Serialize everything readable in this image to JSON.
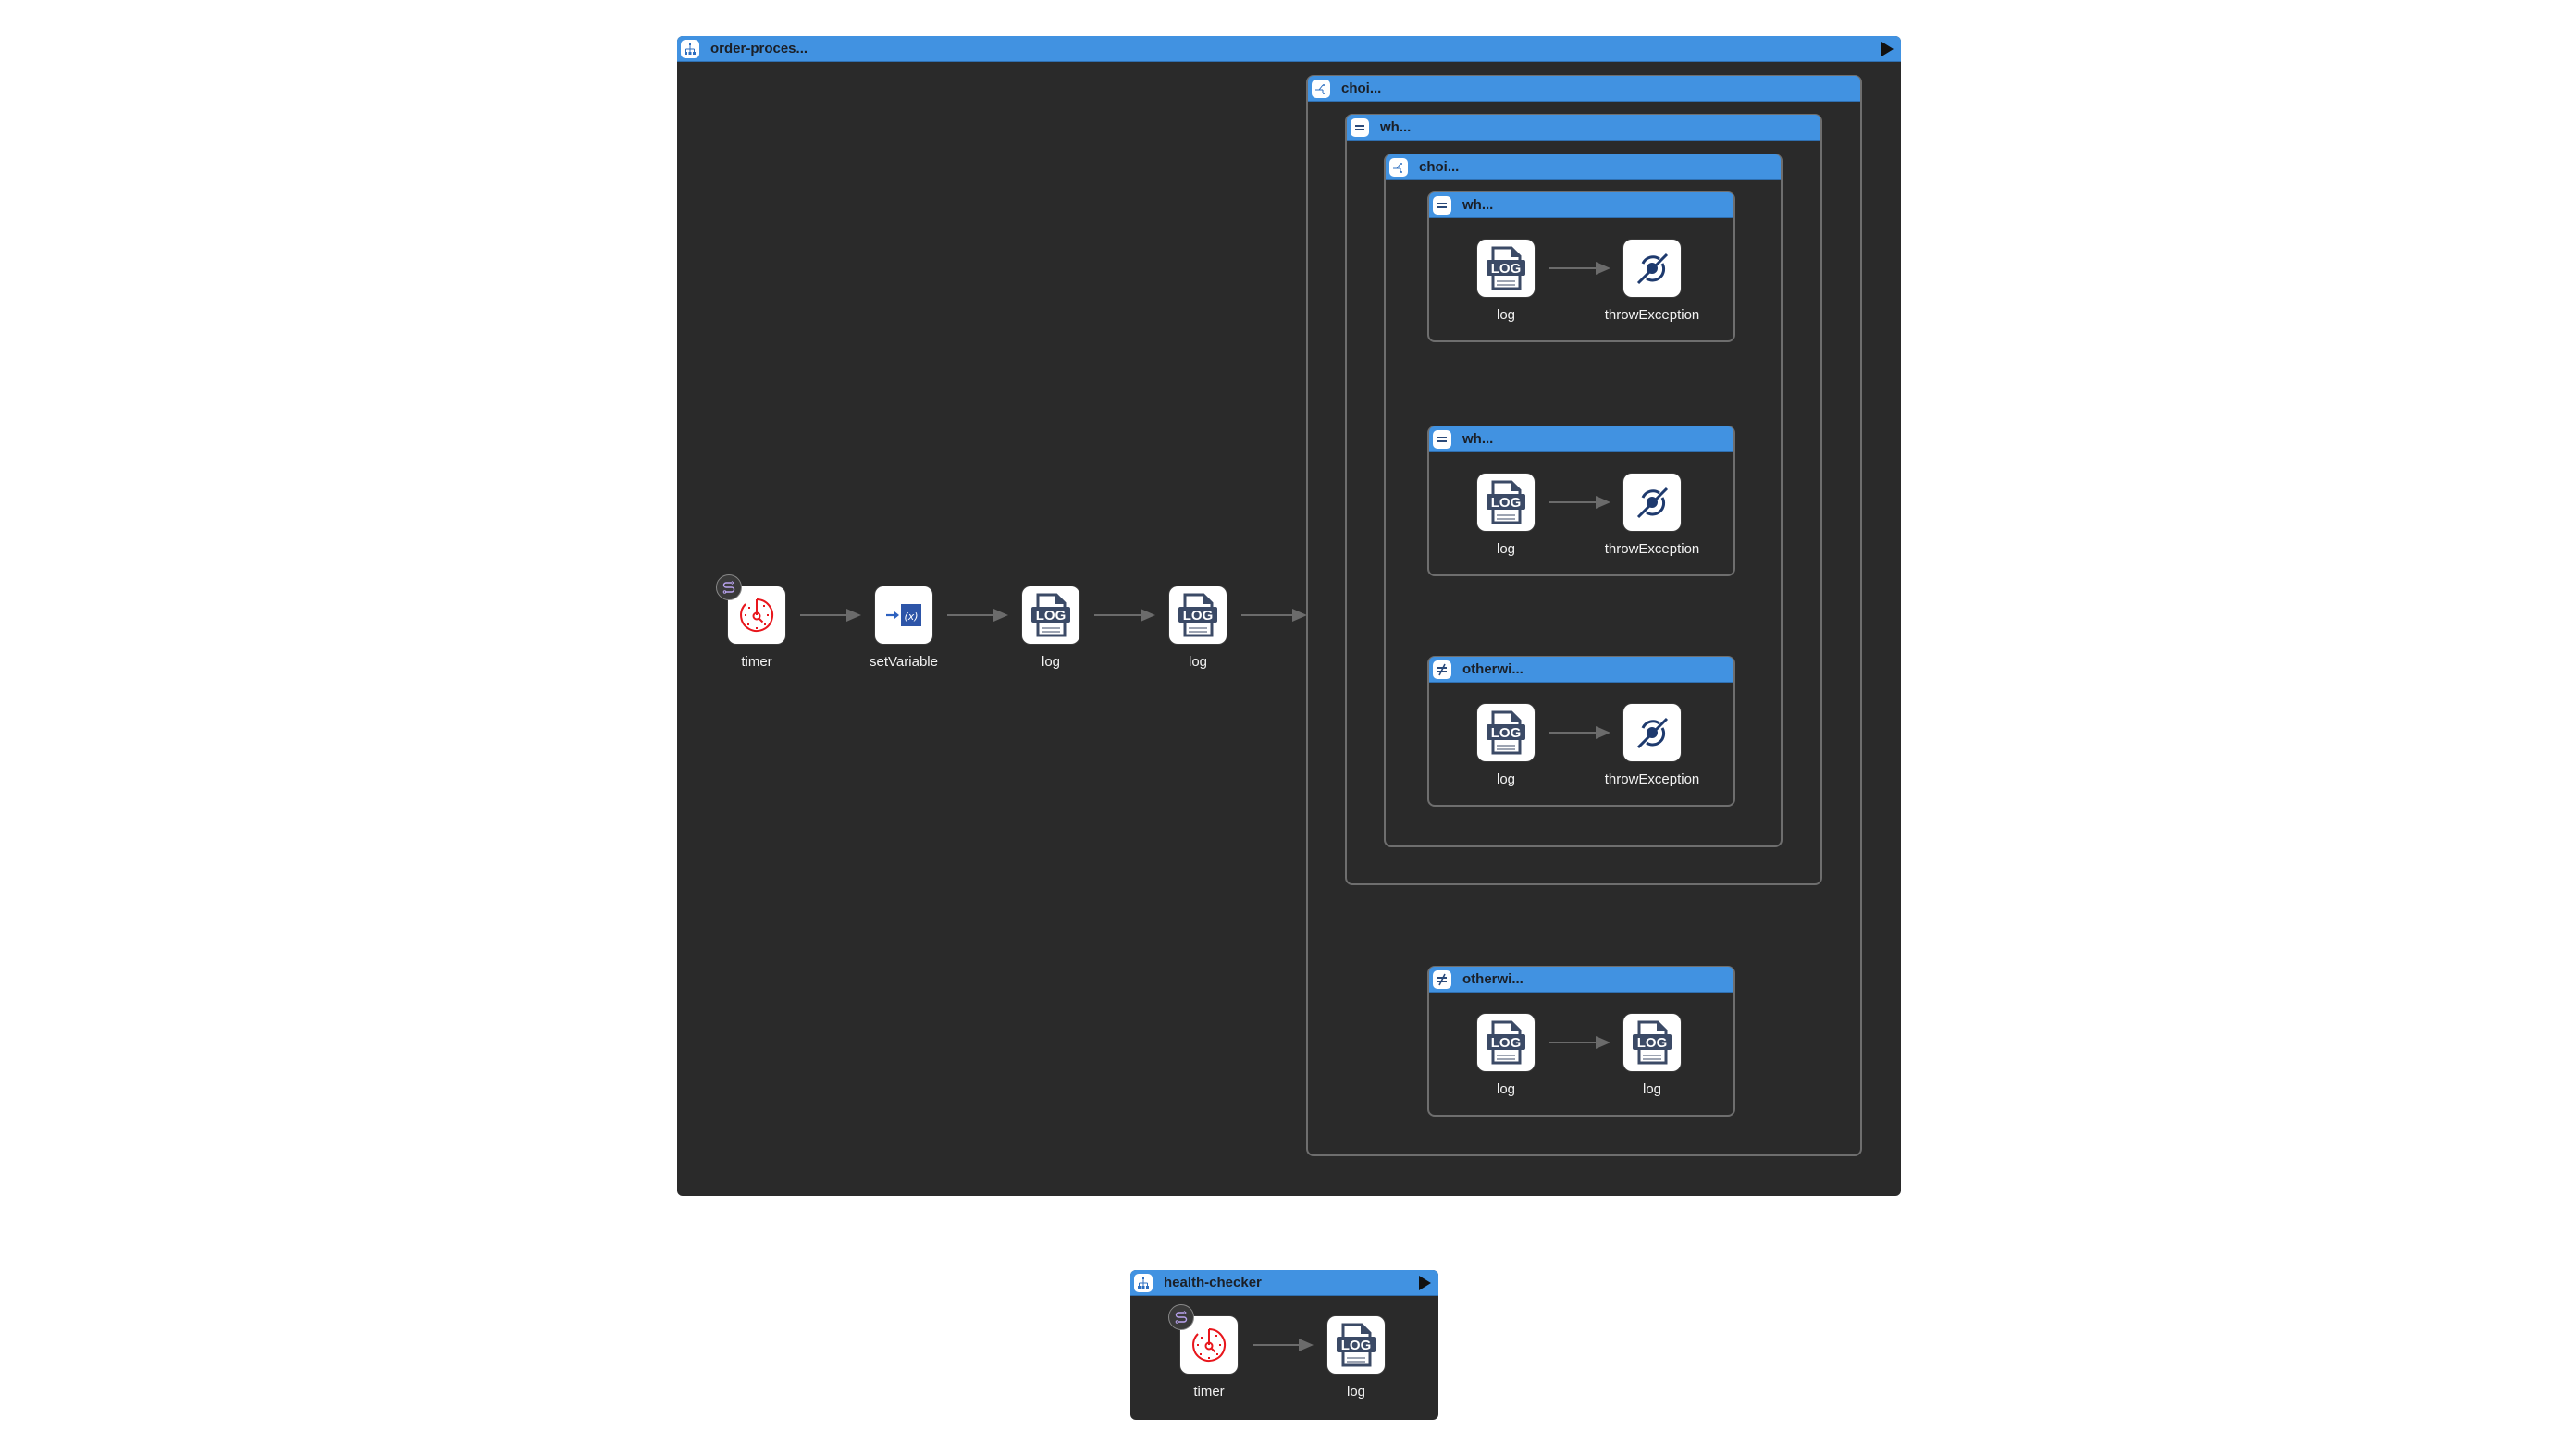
{
  "routes": [
    {
      "title": "order-proces...",
      "icon": "route-icon",
      "steps": [
        {
          "label": "timer",
          "icon": "timer-icon"
        },
        {
          "label": "setVariable",
          "icon": "set-variable-icon"
        },
        {
          "label": "log",
          "icon": "log-icon"
        },
        {
          "label": "log",
          "icon": "log-icon"
        }
      ],
      "choice": {
        "title": "choi...",
        "icon": "choice-icon",
        "when": {
          "title": "wh...",
          "icon": "when-icon",
          "choice": {
            "title": "choi...",
            "icon": "choice-icon",
            "branches": [
              {
                "title": "wh...",
                "icon": "when-icon",
                "steps": [
                  {
                    "label": "log",
                    "icon": "log-icon"
                  },
                  {
                    "label": "throwException",
                    "icon": "throw-exception-icon"
                  }
                ]
              },
              {
                "title": "wh...",
                "icon": "when-icon",
                "steps": [
                  {
                    "label": "log",
                    "icon": "log-icon"
                  },
                  {
                    "label": "throwException",
                    "icon": "throw-exception-icon"
                  }
                ]
              },
              {
                "title": "otherwi...",
                "icon": "otherwise-icon",
                "steps": [
                  {
                    "label": "log",
                    "icon": "log-icon"
                  },
                  {
                    "label": "throwException",
                    "icon": "throw-exception-icon"
                  }
                ]
              }
            ]
          }
        },
        "otherwise": {
          "title": "otherwi...",
          "icon": "otherwise-icon",
          "steps": [
            {
              "label": "log",
              "icon": "log-icon"
            },
            {
              "label": "log",
              "icon": "log-icon"
            }
          ]
        }
      }
    },
    {
      "title": "health-checker",
      "icon": "route-icon",
      "steps": [
        {
          "label": "timer",
          "icon": "timer-icon"
        },
        {
          "label": "log",
          "icon": "log-icon"
        }
      ]
    }
  ],
  "colors": {
    "header": "#4192e1",
    "canvas": "#2a2a2a",
    "timer": "#e8161c",
    "log": "#3b4a66",
    "exception": "#1e3a6e"
  }
}
